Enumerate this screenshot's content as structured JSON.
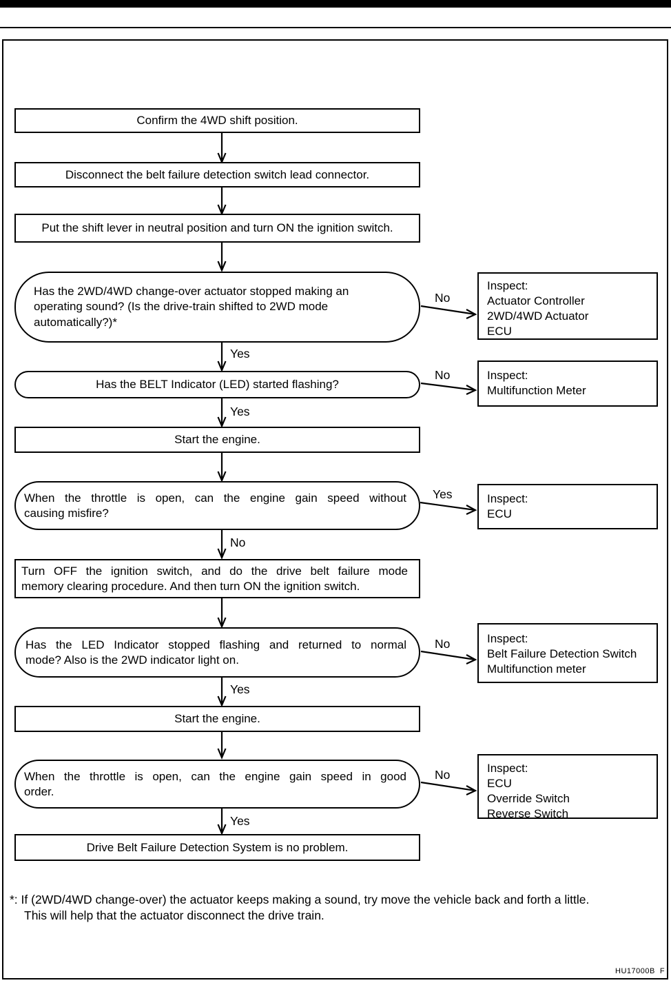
{
  "page": {
    "code": "HU17000B  F"
  },
  "nodes": [
    {
      "text": "Confirm the 4WD shift position."
    },
    {
      "text": "Disconnect the belt failure detection switch lead connector."
    },
    {
      "text": "Put the shift lever in neutral position and turn ON the ignition switch."
    },
    {
      "lines": [
        "Has the 2WD/4WD change-over actuator stopped making an",
        "operating sound? (Is the drive-train shifted to 2WD mode",
        "automatically?)*"
      ]
    },
    {
      "text": "Has the BELT Indicator (LED) started flashing?"
    },
    {
      "text": "Start the engine."
    },
    {
      "lines": [
        "When the throttle is open, can the engine gain speed without",
        "causing misfire?"
      ]
    },
    {
      "lines": [
        "Turn OFF the ignition switch, and do the drive belt failure mode",
        "memory clearing procedure. And then turn ON the ignition switch."
      ]
    },
    {
      "lines": [
        "Has the LED Indicator stopped flashing and returned to normal",
        "mode? Also is the 2WD indicator light on."
      ]
    },
    {
      "text": "Start the engine."
    },
    {
      "lines": [
        "When the throttle is open, can the engine gain speed in good",
        "order."
      ]
    },
    {
      "text": "Drive Belt Failure Detection System is no problem."
    }
  ],
  "inspect": [
    {
      "lines": [
        "Inspect:",
        "Actuator Controller",
        "2WD/4WD Actuator",
        "ECU"
      ]
    },
    {
      "lines": [
        "Inspect:",
        "Multifunction Meter"
      ]
    },
    {
      "lines": [
        "Inspect:",
        "ECU"
      ]
    },
    {
      "lines": [
        "Inspect:",
        "Belt Failure Detection Switch",
        "Multifunction meter"
      ]
    },
    {
      "lines": [
        "Inspect:",
        "ECU",
        "Override Switch",
        "Reverse Switch"
      ]
    }
  ],
  "edge_labels": {
    "d3_down": "Yes",
    "d3_side": "No",
    "d4_down": "Yes",
    "d4_side": "No",
    "d6_down": "No",
    "d6_side": "Yes",
    "d8_down": "Yes",
    "d8_side": "No",
    "d10_down": "Yes",
    "d10_side": "No"
  },
  "footnote": {
    "line1": "*: If (2WD/4WD change-over) the actuator keeps making a sound, try move the vehicle back and forth a little.",
    "line2": "This will help that the actuator disconnect the drive train."
  },
  "colors": {
    "ink": "#000000",
    "paper": "#ffffff"
  }
}
